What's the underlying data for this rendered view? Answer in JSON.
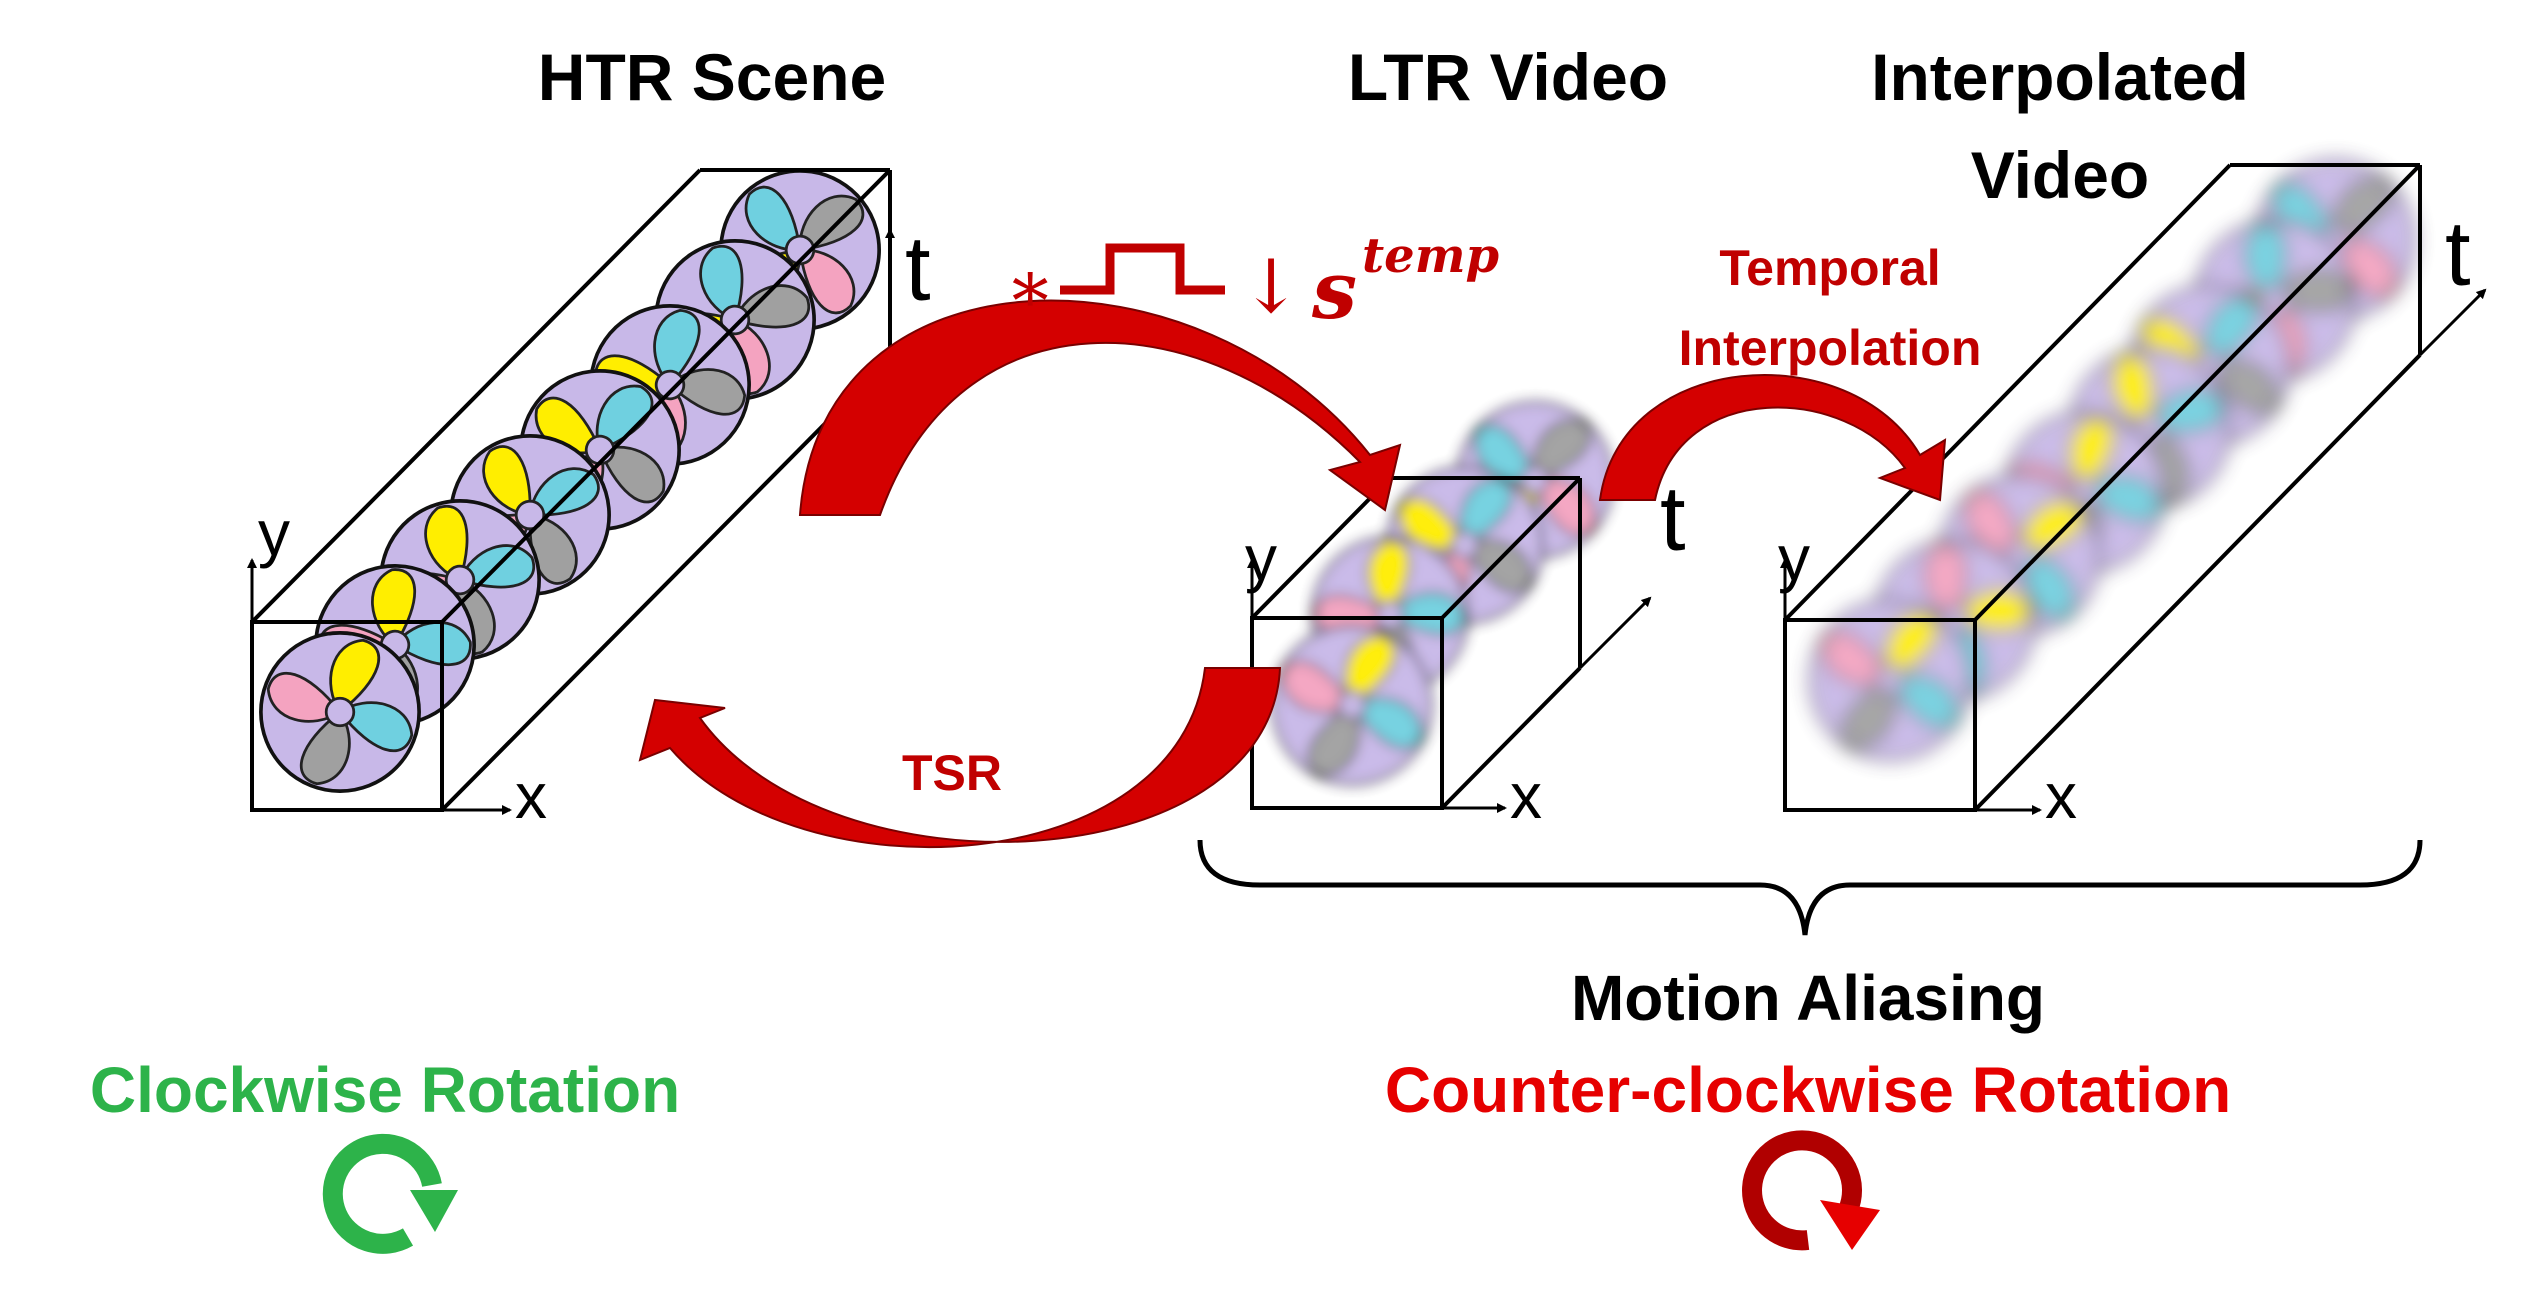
{
  "labels": {
    "htr_scene": "HTR Scene",
    "ltr_video": "LTR Video",
    "interp_line1": "Interpolated",
    "interp_line2": "Video",
    "tsr": "TSR",
    "temporal_line1": "Temporal",
    "temporal_line2": "Interpolation",
    "motion_aliasing": "Motion Aliasing",
    "clockwise": "Clockwise Rotation",
    "counter_clockwise": "Counter-clockwise Rotation"
  },
  "operator": {
    "conv": "∗",
    "down": "↓",
    "s": "s",
    "sup": "temp"
  },
  "axes": {
    "t": "t",
    "x": "x",
    "y": "y"
  },
  "colors": {
    "arrow_red": "#d40000",
    "label_red": "#c00000",
    "green": "#2db34a",
    "bright_red": "#e60000",
    "fan_bg": "#c8b8e8",
    "blade_pink": "#f4a3c0",
    "blade_yellow": "#ffee00",
    "blade_cyan": "#6fd0e0",
    "blade_gray": "#a0a0a0"
  },
  "icons": [
    "clockwise-arrow-icon",
    "counter-clockwise-arrow-icon"
  ]
}
